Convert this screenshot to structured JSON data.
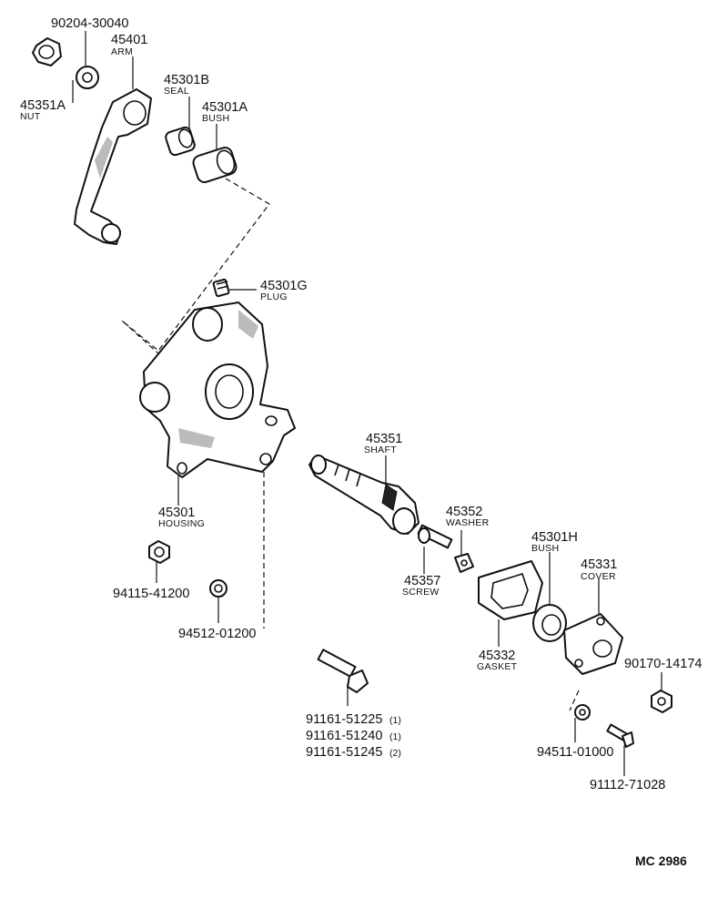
{
  "parts": {
    "p90204": {
      "number": "90204-30040",
      "name": ""
    },
    "p45401": {
      "number": "45401",
      "name": "ARM"
    },
    "p45351A": {
      "number": "45351A",
      "name": "NUT"
    },
    "p45301B": {
      "number": "45301B",
      "name": "SEAL"
    },
    "p45301A": {
      "number": "45301A",
      "name": "BUSH"
    },
    "p45301G": {
      "number": "45301G",
      "name": "PLUG"
    },
    "p45301": {
      "number": "45301",
      "name": "HOUSING"
    },
    "p45351": {
      "number": "45351",
      "name": "SHAFT"
    },
    "p45352": {
      "number": "45352",
      "name": "WASHER"
    },
    "p45301H": {
      "number": "45301H",
      "name": "BUSH"
    },
    "p45331": {
      "number": "45331",
      "name": "COVER"
    },
    "p45357": {
      "number": "45357",
      "name": "SCREW"
    },
    "p45332": {
      "number": "45332",
      "name": "GASKET"
    },
    "p94115": {
      "number": "94115-41200",
      "name": ""
    },
    "p94512": {
      "number": "94512-01200",
      "name": ""
    },
    "p90170": {
      "number": "90170-14174",
      "name": ""
    },
    "p94511": {
      "number": "94511-01000",
      "name": ""
    },
    "p91112": {
      "number": "91112-71028",
      "name": ""
    },
    "bolts": [
      {
        "number": "91161-51225",
        "qty": "(1)"
      },
      {
        "number": "91161-51240",
        "qty": "(1)"
      },
      {
        "number": "91161-51245",
        "qty": "(2)"
      }
    ]
  },
  "footer": {
    "code": "MC 2986"
  }
}
